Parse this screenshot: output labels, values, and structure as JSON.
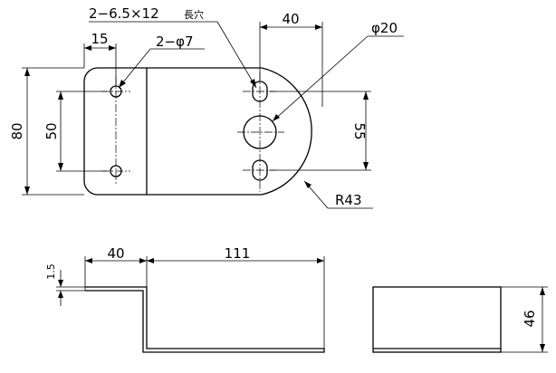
{
  "dims": {
    "slot": "2−6.5×12",
    "slot_note": "長穴",
    "hole_w": "15",
    "holes": "2−φ7",
    "slot_pitch": "40",
    "big_hole": "φ20",
    "height": "80",
    "hole_spacing": "50",
    "slot_spacing": "55",
    "radius": "R43",
    "flange": "40",
    "length": "111",
    "thickness": "1.5",
    "width": "46"
  }
}
